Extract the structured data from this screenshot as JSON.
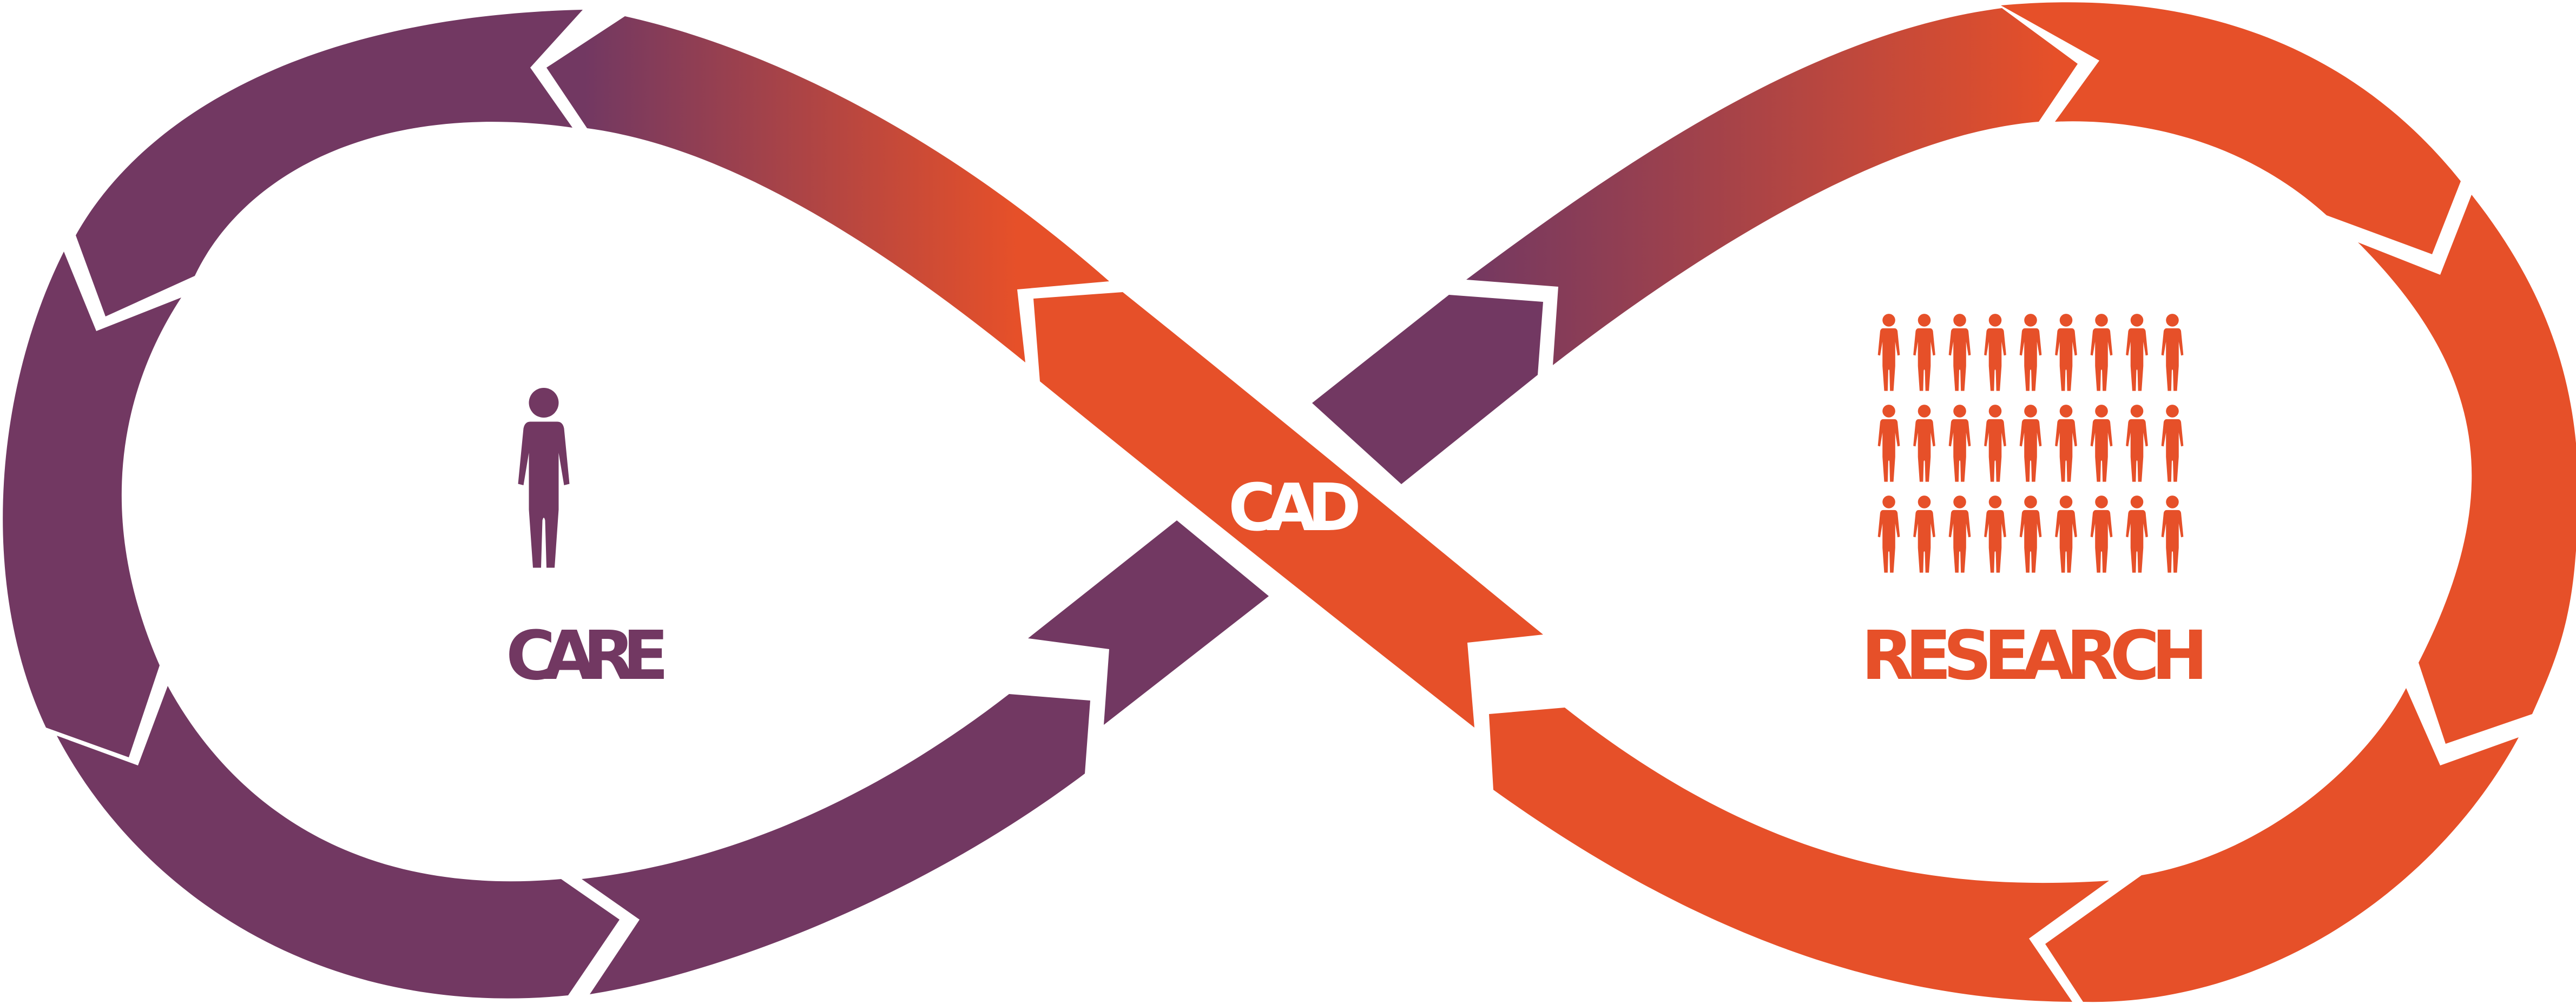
{
  "labels": {
    "care": "CARE",
    "cad": "CAD",
    "research": "RESEARCH"
  },
  "icons": {
    "care": "single-person-icon",
    "research": "person-group-icon"
  },
  "research_group": {
    "rows": 3,
    "cols": 9
  },
  "colors": {
    "purple": "#723862",
    "orange": "#E65029",
    "background": "#ffffff"
  }
}
